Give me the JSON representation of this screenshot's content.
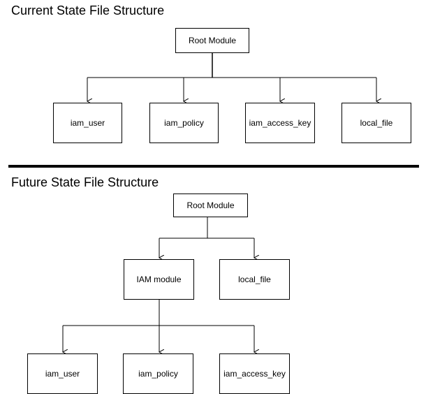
{
  "current": {
    "title": "Current State File Structure",
    "root": "Root Module",
    "children": [
      "iam_user",
      "iam_policy",
      "iam_access_key",
      "local_file"
    ]
  },
  "future": {
    "title": "Future State File Structure",
    "root": "Root Module",
    "children": [
      "IAM module",
      "local_file"
    ],
    "iam_children": [
      "iam_user",
      "iam_policy",
      "iam_access_key"
    ]
  }
}
